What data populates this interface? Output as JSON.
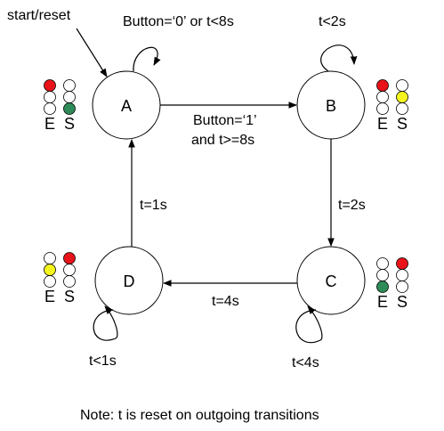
{
  "start_label": "start/reset",
  "states": {
    "A": {
      "label": "A",
      "self_loop": "Button=‘0’ or t<8s",
      "E": [
        "red",
        "off",
        "off"
      ],
      "S": [
        "off",
        "off",
        "green"
      ]
    },
    "B": {
      "label": "B",
      "self_loop": "t<2s",
      "E": [
        "red",
        "off",
        "off"
      ],
      "S": [
        "off",
        "yellow",
        "off"
      ]
    },
    "C": {
      "label": "C",
      "self_loop": "t<4s",
      "E": [
        "off",
        "off",
        "green"
      ],
      "S": [
        "red",
        "off",
        "off"
      ]
    },
    "D": {
      "label": "D",
      "self_loop": "t<1s",
      "E": [
        "off",
        "yellow",
        "off"
      ],
      "S": [
        "red",
        "off",
        "off"
      ]
    }
  },
  "transitions": {
    "a_to_b_line1": "Button=‘1’",
    "a_to_b_line2": "and t>=8s",
    "b_to_c": "t=2s",
    "c_to_d": "t=4s",
    "d_to_a": "t=1s"
  },
  "light_labels": {
    "E": "E",
    "S": "S"
  },
  "note": "Note: t is reset on outgoing transitions",
  "colors": {
    "red": "#e8141a",
    "yellow": "#f5f51e",
    "green": "#2e8b57",
    "off": "#ffffff",
    "stroke": "#000000"
  }
}
